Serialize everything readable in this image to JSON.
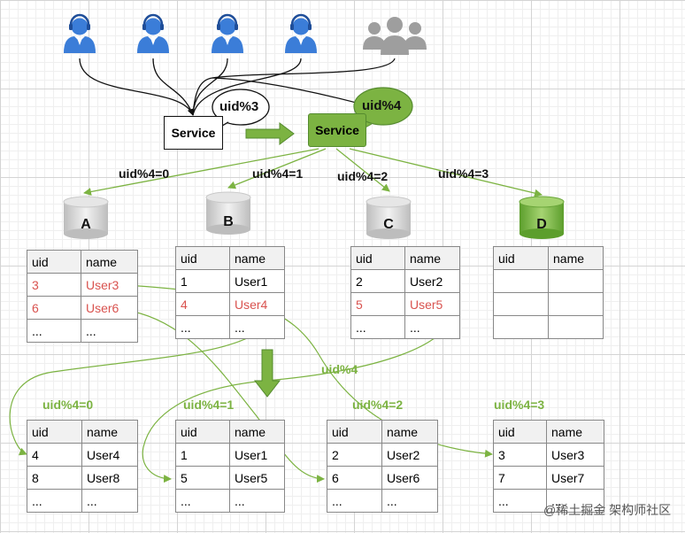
{
  "colors": {
    "user_blue": "#3b7dd8",
    "group_gray": "#9e9e9e",
    "green": "#7cb342",
    "green_dark": "#558b2f",
    "red": "#d9534f"
  },
  "icons": [
    "user-headset-icon",
    "user-headset-icon",
    "user-headset-icon",
    "user-headset-icon",
    "user-group-icon"
  ],
  "service_left": {
    "label": "Service",
    "bubble": "uid%3"
  },
  "service_right": {
    "label": "Service",
    "bubble": "uid%4"
  },
  "routes": [
    "uid%4=0",
    "uid%4=1",
    "uid%4=2",
    "uid%4=3"
  ],
  "databases": [
    "A",
    "B",
    "C",
    "D"
  ],
  "middle_label": "uid%4",
  "top_tables": [
    {
      "header": [
        "uid",
        "name"
      ],
      "rows": [
        [
          "3",
          "User3"
        ],
        [
          "6",
          "User6"
        ],
        [
          "...",
          "..."
        ]
      ],
      "red_rows": [
        0,
        1
      ]
    },
    {
      "header": [
        "uid",
        "name"
      ],
      "rows": [
        [
          "1",
          "User1"
        ],
        [
          "4",
          "User4"
        ],
        [
          "...",
          "..."
        ]
      ],
      "red_rows": [
        1
      ]
    },
    {
      "header": [
        "uid",
        "name"
      ],
      "rows": [
        [
          "2",
          "User2"
        ],
        [
          "5",
          "User5"
        ],
        [
          "...",
          "..."
        ]
      ],
      "red_rows": [
        1
      ]
    },
    {
      "header": [
        "uid",
        "name"
      ],
      "rows": [
        [
          "",
          ""
        ],
        [
          "",
          ""
        ],
        [
          "",
          ""
        ]
      ],
      "red_rows": []
    }
  ],
  "bottom_labels": [
    "uid%4=0",
    "uid%4=1",
    "uid%4=2",
    "uid%4=3"
  ],
  "bottom_tables": [
    {
      "header": [
        "uid",
        "name"
      ],
      "rows": [
        [
          "4",
          "User4"
        ],
        [
          "8",
          "User8"
        ],
        [
          "...",
          "..."
        ]
      ]
    },
    {
      "header": [
        "uid",
        "name"
      ],
      "rows": [
        [
          "1",
          "User1"
        ],
        [
          "5",
          "User5"
        ],
        [
          "...",
          "..."
        ]
      ]
    },
    {
      "header": [
        "uid",
        "name"
      ],
      "rows": [
        [
          "2",
          "User2"
        ],
        [
          "6",
          "User6"
        ],
        [
          "...",
          "..."
        ]
      ]
    },
    {
      "header": [
        "uid",
        "name"
      ],
      "rows": [
        [
          "3",
          "User3"
        ],
        [
          "7",
          "User7"
        ],
        [
          "...",
          "..."
        ]
      ]
    }
  ],
  "watermark": "@稀土掘金 架构师社区"
}
